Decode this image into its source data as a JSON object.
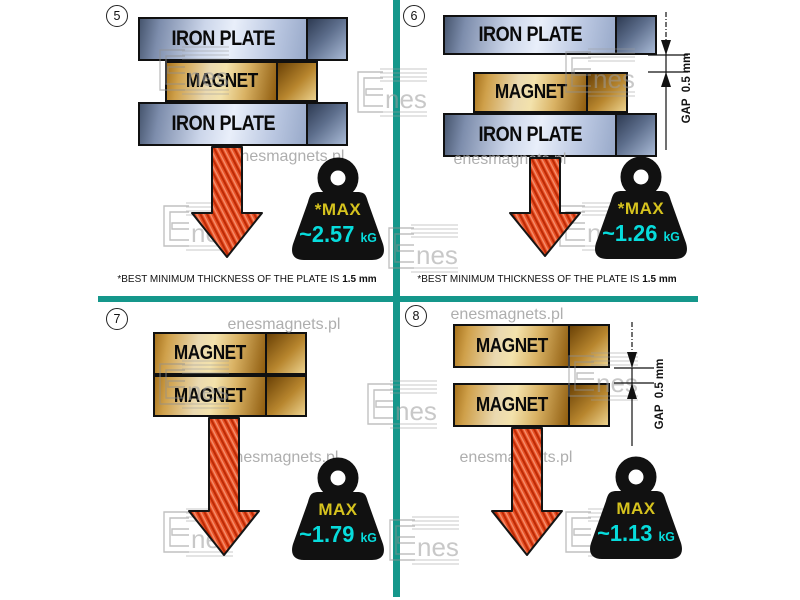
{
  "meta": {
    "brand_site": "enesmagnets.pl",
    "brand_name_initial": "E",
    "brand_name_rest": "nes"
  },
  "colors": {
    "divider_teal": "#15978b",
    "arrow_red": "#e85327",
    "weight_black": "#111111",
    "max_yellow": "#d6c31e",
    "value_cyan": "#07dcdc",
    "iron_plate_blue": "#ccd6ea",
    "magnet_gold": "#ead9b0",
    "watermark_gray": "#aeaeae"
  },
  "panels": [
    {
      "number": "5",
      "layers": [
        "IRON PLATE",
        "MAGNET",
        "IRON PLATE"
      ],
      "weight": {
        "label": "*MAX",
        "value": "~2.57",
        "unit": "kG"
      },
      "note": {
        "text": "*BEST MINIMUM THICKNESS OF THE PLATE IS",
        "bold": "1.5 mm"
      }
    },
    {
      "number": "6",
      "layers": [
        "IRON PLATE",
        "MAGNET",
        "IRON PLATE"
      ],
      "gap_label": "GAP  0.5 mm",
      "weight": {
        "label": "*MAX",
        "value": "~1.26",
        "unit": "kG"
      },
      "note": {
        "text": "*BEST MINIMUM THICKNESS OF THE PLATE IS",
        "bold": "1.5 mm"
      }
    },
    {
      "number": "7",
      "layers": [
        "MAGNET",
        "MAGNET"
      ],
      "weight": {
        "label": "MAX",
        "value": "~1.79",
        "unit": "kG"
      }
    },
    {
      "number": "8",
      "layers": [
        "MAGNET",
        "MAGNET"
      ],
      "gap_label": "GAP  0.5 mm",
      "weight": {
        "label": "MAX",
        "value": "~1.13",
        "unit": "kG"
      }
    }
  ]
}
